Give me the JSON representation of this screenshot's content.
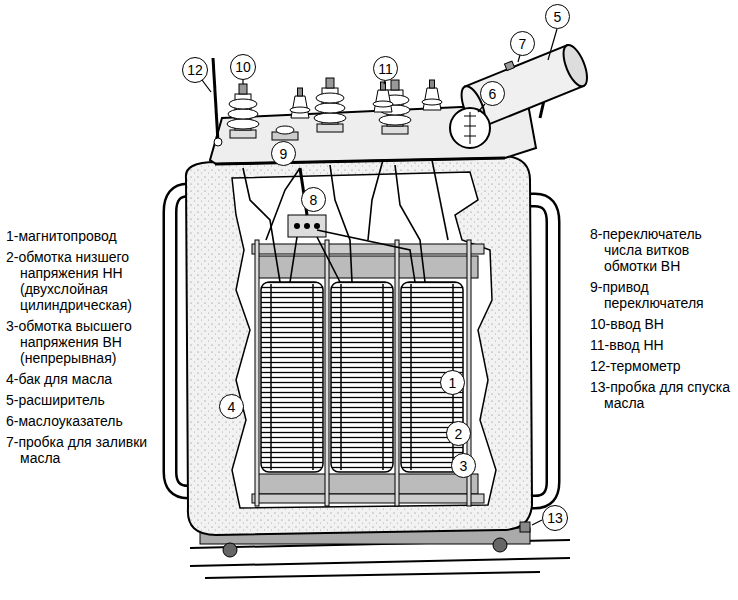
{
  "diagram": {
    "nodes": [
      {
        "text": [
          "5"
        ]
      },
      {
        "text": [
          "12"
        ]
      },
      {
        "text": [
          "10"
        ]
      },
      {
        "text": [
          "11"
        ]
      },
      {
        "text": [
          "7"
        ]
      },
      {
        "text": [
          "6"
        ]
      },
      {
        "text": [
          "9"
        ]
      },
      {
        "text": [
          "8"
        ]
      },
      {
        "text": [
          "4"
        ]
      },
      {
        "text": [
          "1"
        ]
      },
      {
        "text": [
          "2"
        ]
      },
      {
        "text": [
          "3"
        ]
      },
      {
        "text": [
          "13"
        ]
      }
    ],
    "labels": [
      "1-магнитопровод",
      "2-обмотка низшего напряжения НН (двухслойная цилиндрическая)",
      "3-обмотка высшего напряжения ВН (непрерывная)",
      "4-бак для масла",
      "5-расширитель",
      "6-маслоуказатель",
      "7-пробка для заливки масла",
      "8-переключатель числа витков обмотки ВН",
      "9-привод переключателя",
      "10-ввод ВН",
      "11-ввод НН",
      "12-термометр",
      "13-пробка для спуска масла"
    ]
  }
}
